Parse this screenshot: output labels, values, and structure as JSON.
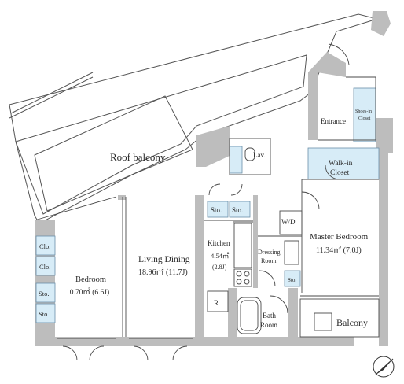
{
  "rooms": {
    "roof_balcony": "Roof balcony",
    "lav": "Lav.",
    "entrance": "Entrance",
    "shoes_closet_line1": "Shoes-in",
    "shoes_closet_line2": "Closet",
    "walkin_line1": "Walk-in",
    "walkin_line2": "Closet",
    "sto_top_left": "Sto.",
    "sto_top_right": "Sto.",
    "wd": "W/D",
    "master_bedroom": "Master Bedroom",
    "master_bedroom_area": "11.34㎡ (7.0J)",
    "kitchen": "Kitchen",
    "kitchen_area_m2": "4.54㎡",
    "kitchen_area_j": "(2.8J)",
    "dressing_line1": "Dressing",
    "dressing_line2": "Room",
    "sto_dressing": "Sto.",
    "living_dining": "Living Dining",
    "living_dining_area": "18.96㎡ (11.7J)",
    "bedroom": "Bedroom",
    "bedroom_area": "10.70㎡ (6.6J)",
    "clo_1": "Clo.",
    "clo_2": "Clo.",
    "sto_bed_1": "Sto.",
    "sto_bed_2": "Sto.",
    "refrigerator": "R",
    "bath_line1": "Bath",
    "bath_line2": "Room",
    "balcony": "Balcony"
  },
  "compass": {
    "symbol": "N-arrow"
  },
  "colors": {
    "wall": "#bdbdbd",
    "storage": "#d7ecf7",
    "line": "#4a4a4a"
  }
}
